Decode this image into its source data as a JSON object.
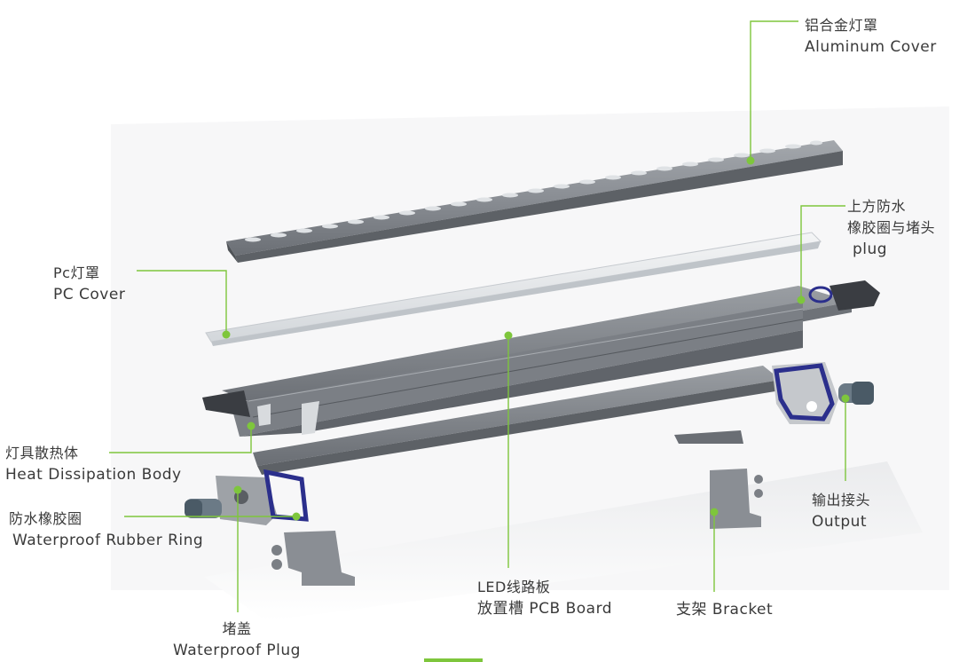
{
  "labels": {
    "aluminum_cover": {
      "zh": "铝合金灯罩",
      "en": "Aluminum Cover"
    },
    "top_plug": {
      "zh1": "上方防水",
      "zh2": "橡胶圈与堵头",
      "en": "plug"
    },
    "pc_cover": {
      "zh": "Pc灯罩",
      "en": "PC Cover"
    },
    "heat_body": {
      "zh": "灯具散热体",
      "en": "Heat Dissipation Body"
    },
    "rubber_ring": {
      "zh": "防水橡胶圈",
      "en": "Waterproof Rubber Ring"
    },
    "waterproof_plug": {
      "zh": "堵盖",
      "en": "Waterproof Plug"
    },
    "pcb_board": {
      "zh1": "LED线路板",
      "zh2": "放置槽 PCB Board"
    },
    "bracket": {
      "text": "支架 Bracket"
    },
    "output": {
      "zh": "输出接头",
      "en": "Output"
    }
  },
  "colors": {
    "accent": "#7ec63c",
    "aluminum": "#8c9096",
    "aluminum_dark": "#5d6166",
    "pc_cover": "#e6e9ec",
    "gasket": "#2b2f8c",
    "end_cap": "#3a3d42"
  }
}
